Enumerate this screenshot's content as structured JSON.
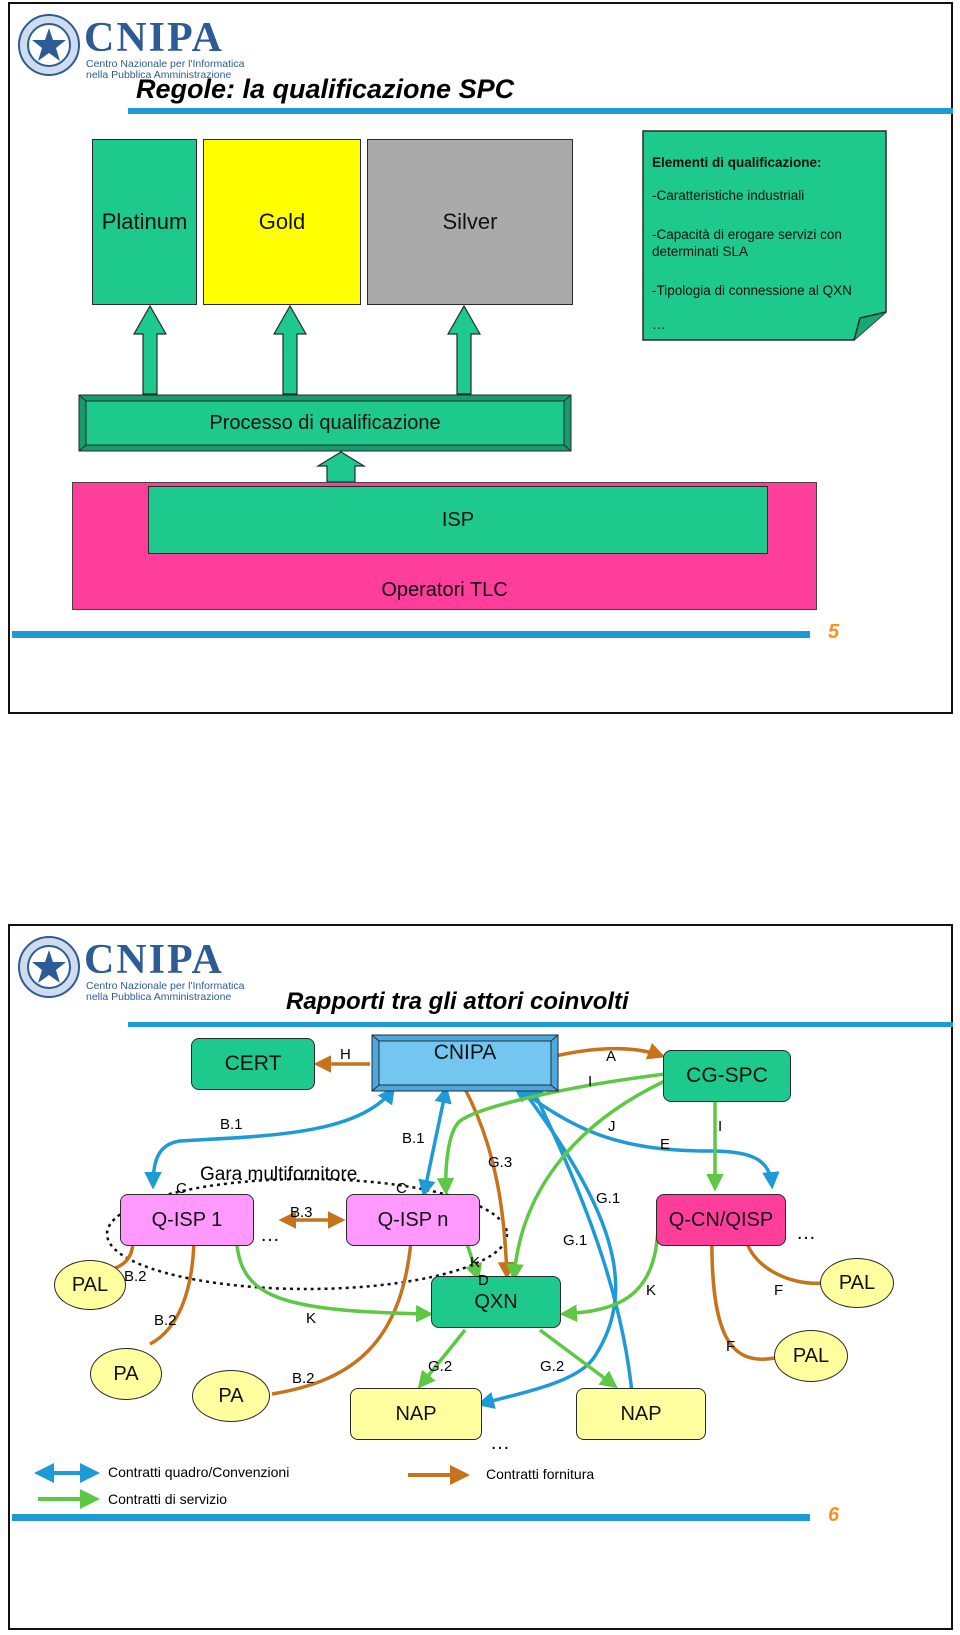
{
  "logo": {
    "name": "CNIPA",
    "sub1": "Centro Nazionale per l'Informatica",
    "sub2": "nella Pubblica Amministrazione"
  },
  "slide1": {
    "title": "Regole: la qualificazione SPC",
    "levels": [
      "Platinum",
      "Gold",
      "Silver"
    ],
    "note": {
      "heading": "Elementi di qualificazione:",
      "items": [
        "-Caratteristiche industriali",
        "-Capacità di erogare servizi con determinati SLA",
        "-Tipologia di connessione al QXN"
      ],
      "ellipsis": "…"
    },
    "process": "Processo di qualificazione",
    "isp": "ISP",
    "operators": "Operatori TLC",
    "page": "5"
  },
  "slide2": {
    "title": "Rapporti tra gli attori coinvolti",
    "nodes": {
      "cert": "CERT",
      "cnipa": "CNIPA",
      "cgspc": "CG-SPC",
      "qisp1": "Q-ISP 1",
      "qispn": "Q-ISP n",
      "qcn": "Q-CN/QISP",
      "qxn": "QXN",
      "pal_left": "PAL",
      "pal_right_top": "PAL",
      "pal_right_bottom": "PAL",
      "pa1": "PA",
      "pa2": "PA",
      "nap1": "NAP",
      "nap2": "NAP"
    },
    "group_label": "Gara multifornitore",
    "labels": {
      "h": "H",
      "a": "A",
      "i1": "I",
      "i2": "I",
      "j": "J",
      "e": "E",
      "b1a": "B.1",
      "b1b": "B.1",
      "c1": "C",
      "c2": "C",
      "b3": "B.3",
      "g3": "G.3",
      "g1a": "G.1",
      "g1b": "G.1",
      "k1": "K",
      "k2": "K",
      "k3": "K",
      "d": "D",
      "b2a": "B.2",
      "b2b": "B.2",
      "b2c": "B.2",
      "g2a": "G.2",
      "g2b": "G.2",
      "f1": "F",
      "f2": "F",
      "dots1": "…",
      "dots2": "…",
      "dots3": "…"
    },
    "legend": {
      "blue": "Contratti quadro/Convenzioni",
      "green": "Contratti di servizio",
      "orange": "Contratti fornitura"
    },
    "colors": {
      "blue": "#1e9ad6",
      "green": "#5cc843",
      "orange": "#c6731c",
      "teal": "#1ec98e",
      "magenta": "#ff3d9a"
    },
    "page": "6"
  }
}
